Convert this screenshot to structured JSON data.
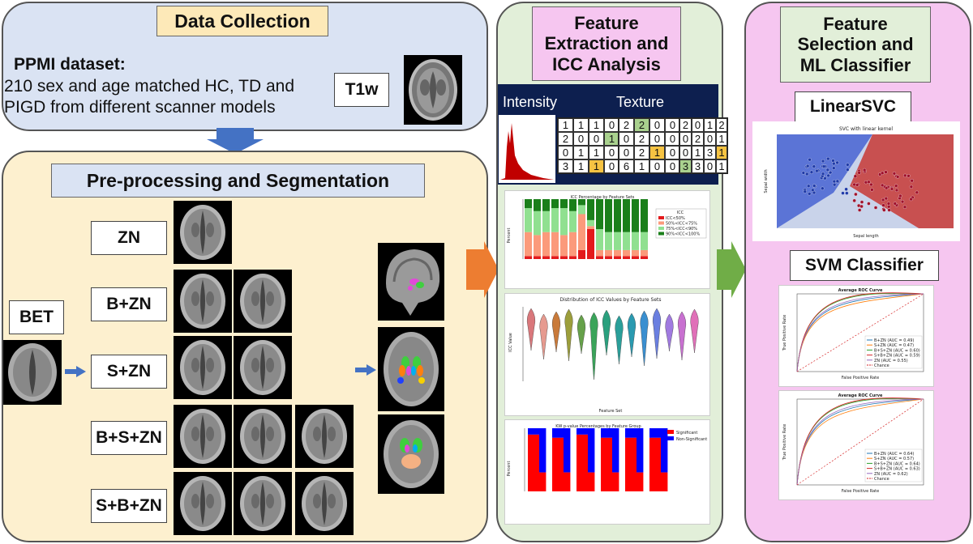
{
  "colors": {
    "blue_panel": "#dae3f3",
    "orange_panel": "#fdf0cf",
    "green_panel": "#e2efd9",
    "pink_panel": "#f6c6f0",
    "title_yellow": "#fde9b8",
    "title_pink": "#f6c6f0",
    "title_green": "#e2efd9",
    "arrow_blue": "#4472c4",
    "arrow_orange": "#ed7d31",
    "arrow_green": "#70ad47",
    "dark_navy": "#0d1f4f"
  },
  "data_collection": {
    "title": "Data Collection",
    "dataset_label": "PPMI dataset:",
    "description_line1": "210 sex and age matched HC, TD and",
    "description_line2": "PIGD from different scanner models",
    "t1w": "T1w"
  },
  "preprocessing": {
    "title": "Pre-processing and Segmentation",
    "bet": "BET",
    "rows": [
      "ZN",
      "B+ZN",
      "S+ZN",
      "B+S+ZN",
      "S+B+ZN"
    ]
  },
  "feature_extraction": {
    "title_line1": "Feature",
    "title_line2": "Extraction and",
    "title_line3": "ICC Analysis",
    "intensity": "Intensity",
    "texture": "Texture",
    "matrix_a": [
      [
        "1",
        "1",
        "1",
        "0"
      ],
      [
        "2",
        "0",
        "0",
        "1"
      ],
      [
        "0",
        "1",
        "1",
        "0"
      ],
      [
        "3",
        "1",
        "1",
        "0"
      ]
    ],
    "matrix_b": [
      [
        "2",
        "2",
        "0",
        "0"
      ],
      [
        "0",
        "2",
        "0",
        "0"
      ],
      [
        "0",
        "2",
        "1",
        "0"
      ],
      [
        "6",
        "1",
        "0",
        "0"
      ]
    ],
    "matrix_c": [
      [
        "2",
        "0",
        "1",
        "2"
      ],
      [
        "0",
        "2",
        "0",
        "1"
      ],
      [
        "0",
        "1",
        "3",
        "1"
      ],
      [
        "3",
        "3",
        "0",
        "1"
      ]
    ],
    "icc_pct_title": "ICC Percentage by Feature Sets",
    "icc_pct_ylabel": "Percent",
    "icc_pct_legend_title": "ICC",
    "icc_pct_legend": [
      "ICC<50%",
      "50%<ICC<75%",
      "75%<ICC<90%",
      "90%<ICC<100%"
    ],
    "icc_dist_title": "Distribution of ICC Values by Feature Sets",
    "icc_dist_ylabel": "ICC Value",
    "icc_dist_xlabel": "Feature Set",
    "kw_title": "KW p-value Percentages by Feature Group",
    "kw_ylabel": "Percent",
    "kw_legend": [
      "Significant",
      "Non-Significant"
    ]
  },
  "feature_selection": {
    "title_line1": "Feature",
    "title_line2": "Selection and",
    "title_line3": "ML Classifier",
    "linear_svc": "LinearSVC",
    "svc_plot_title": "SVC with linear kernel",
    "svc_xlabel": "Sepal length",
    "svc_ylabel": "Sepal width",
    "svm_classifier": "SVM Classifier",
    "roc_title": "Average ROC Curve",
    "roc_xlabel": "False Positive Rate",
    "roc_ylabel": "True Positive Rate",
    "roc1_legend": [
      "B+ZN (AUC = 0.49)",
      "S+ZN (AUC = 0.47)",
      "B+S+ZN (AUC = 0.60)",
      "S+B+ZN (AUC = 0.59)",
      "ZN (AUC = 0.55)",
      "Chance"
    ],
    "roc2_legend": [
      "B+ZN (AUC = 0.64)",
      "S+ZN (AUC = 0.57)",
      "B+S+ZN (AUC = 0.64)",
      "S+B+ZN (AUC = 0.63)",
      "ZN (AUC = 0.62)",
      "Chance"
    ]
  },
  "chart_data": [
    {
      "type": "bar",
      "title": "ICC Percentage by Feature Sets",
      "ylabel": "Percent",
      "ylim": [
        0,
        100
      ],
      "series": [
        {
          "name": "ICC<50%",
          "values": [
            5,
            5,
            5,
            5,
            5,
            5,
            15,
            50,
            5,
            5,
            5,
            5,
            5,
            5
          ]
        },
        {
          "name": "50%<ICC<75%",
          "values": [
            40,
            35,
            40,
            40,
            35,
            40,
            60,
            5,
            10,
            10,
            10,
            10,
            10,
            10
          ]
        },
        {
          "name": "75%<ICC<90%",
          "values": [
            40,
            40,
            35,
            40,
            45,
            35,
            15,
            10,
            35,
            30,
            30,
            30,
            30,
            30
          ]
        },
        {
          "name": "90%<ICC<100%",
          "values": [
            15,
            20,
            20,
            15,
            15,
            20,
            10,
            35,
            50,
            55,
            55,
            55,
            55,
            55
          ]
        }
      ]
    },
    {
      "type": "bar",
      "title": "KW p-value Percentages by Feature Group",
      "ylabel": "Percent",
      "ylim": [
        0,
        100
      ],
      "series": [
        {
          "name": "Significant",
          "values": [
            90,
            85,
            90,
            85,
            85,
            85
          ]
        },
        {
          "name": "Non-Significant",
          "values": [
            10,
            15,
            10,
            15,
            15,
            15
          ]
        }
      ]
    }
  ]
}
